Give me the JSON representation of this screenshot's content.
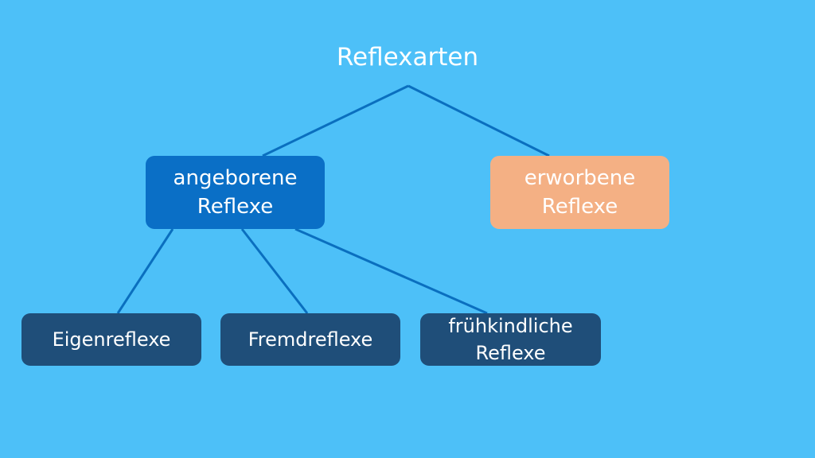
{
  "colors": {
    "background": "#4dc0f8",
    "connector": "#0a6fbf",
    "innate": "#0a6fc6",
    "acquired": "#f4b084",
    "leaf": "#1f4e79"
  },
  "diagram": {
    "title": "Reflexarten",
    "nodes": {
      "innate": {
        "line1": "angeborene",
        "line2": "Reflexe"
      },
      "acquired": {
        "line1": "erworbene",
        "line2": "Reflexe"
      },
      "own": {
        "label": "Eigenreflexe"
      },
      "foreign": {
        "label": "Fremdreflexe"
      },
      "infant": {
        "line1": "frühkindliche",
        "line2": "Reflexe"
      }
    }
  }
}
